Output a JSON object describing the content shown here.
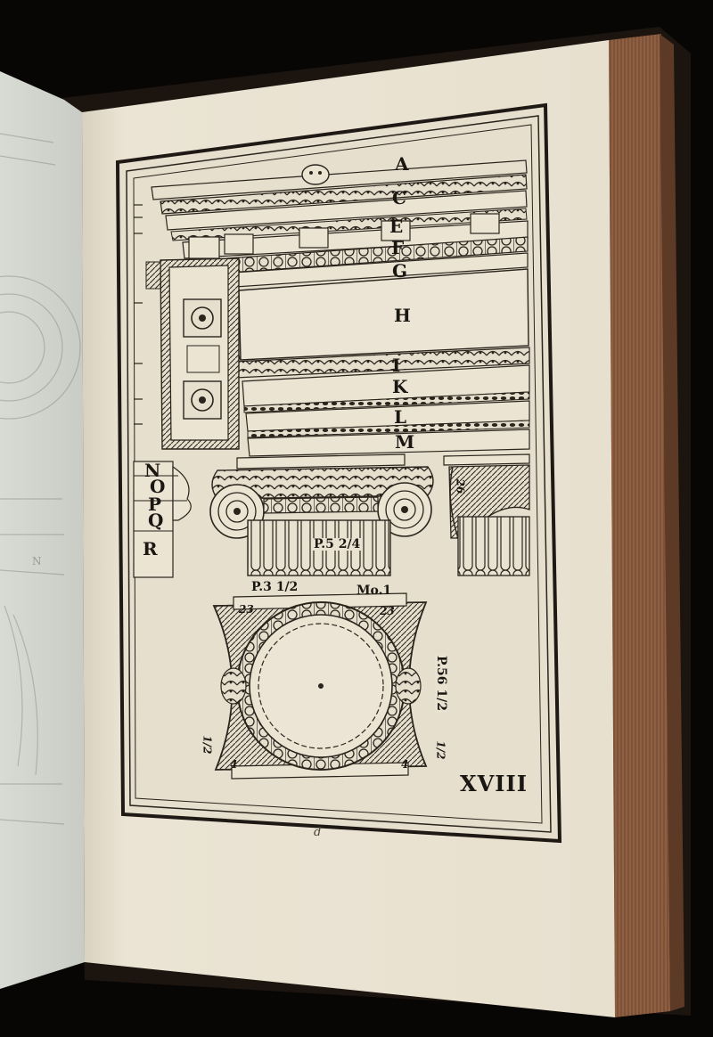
{
  "letters": {
    "A": "A",
    "C": "C",
    "E": "E",
    "F": "F",
    "G": "G",
    "H": "H",
    "I": "I",
    "K": "K",
    "L": "L",
    "M": "M",
    "N": "N",
    "O": "O",
    "P": "P",
    "Q": "Q",
    "R": "R"
  },
  "measures": {
    "p52": "P.5 2/4",
    "p3": "P.3 1/2",
    "mo": "Mo.1",
    "p56": "P.56 1/2",
    "m23a": "23",
    "m23b": "23",
    "m26": "26",
    "m4a": "4",
    "m4b": "4",
    "side_l": "1/2",
    "side_r": "1/2"
  },
  "plate_number": "XVIII",
  "signature": "d",
  "left_page_letter": "N",
  "colors": {
    "paper": "#ebe4d4",
    "ink": "#2a241d",
    "background": "#070605",
    "page_edge": "#8a5a3c"
  }
}
